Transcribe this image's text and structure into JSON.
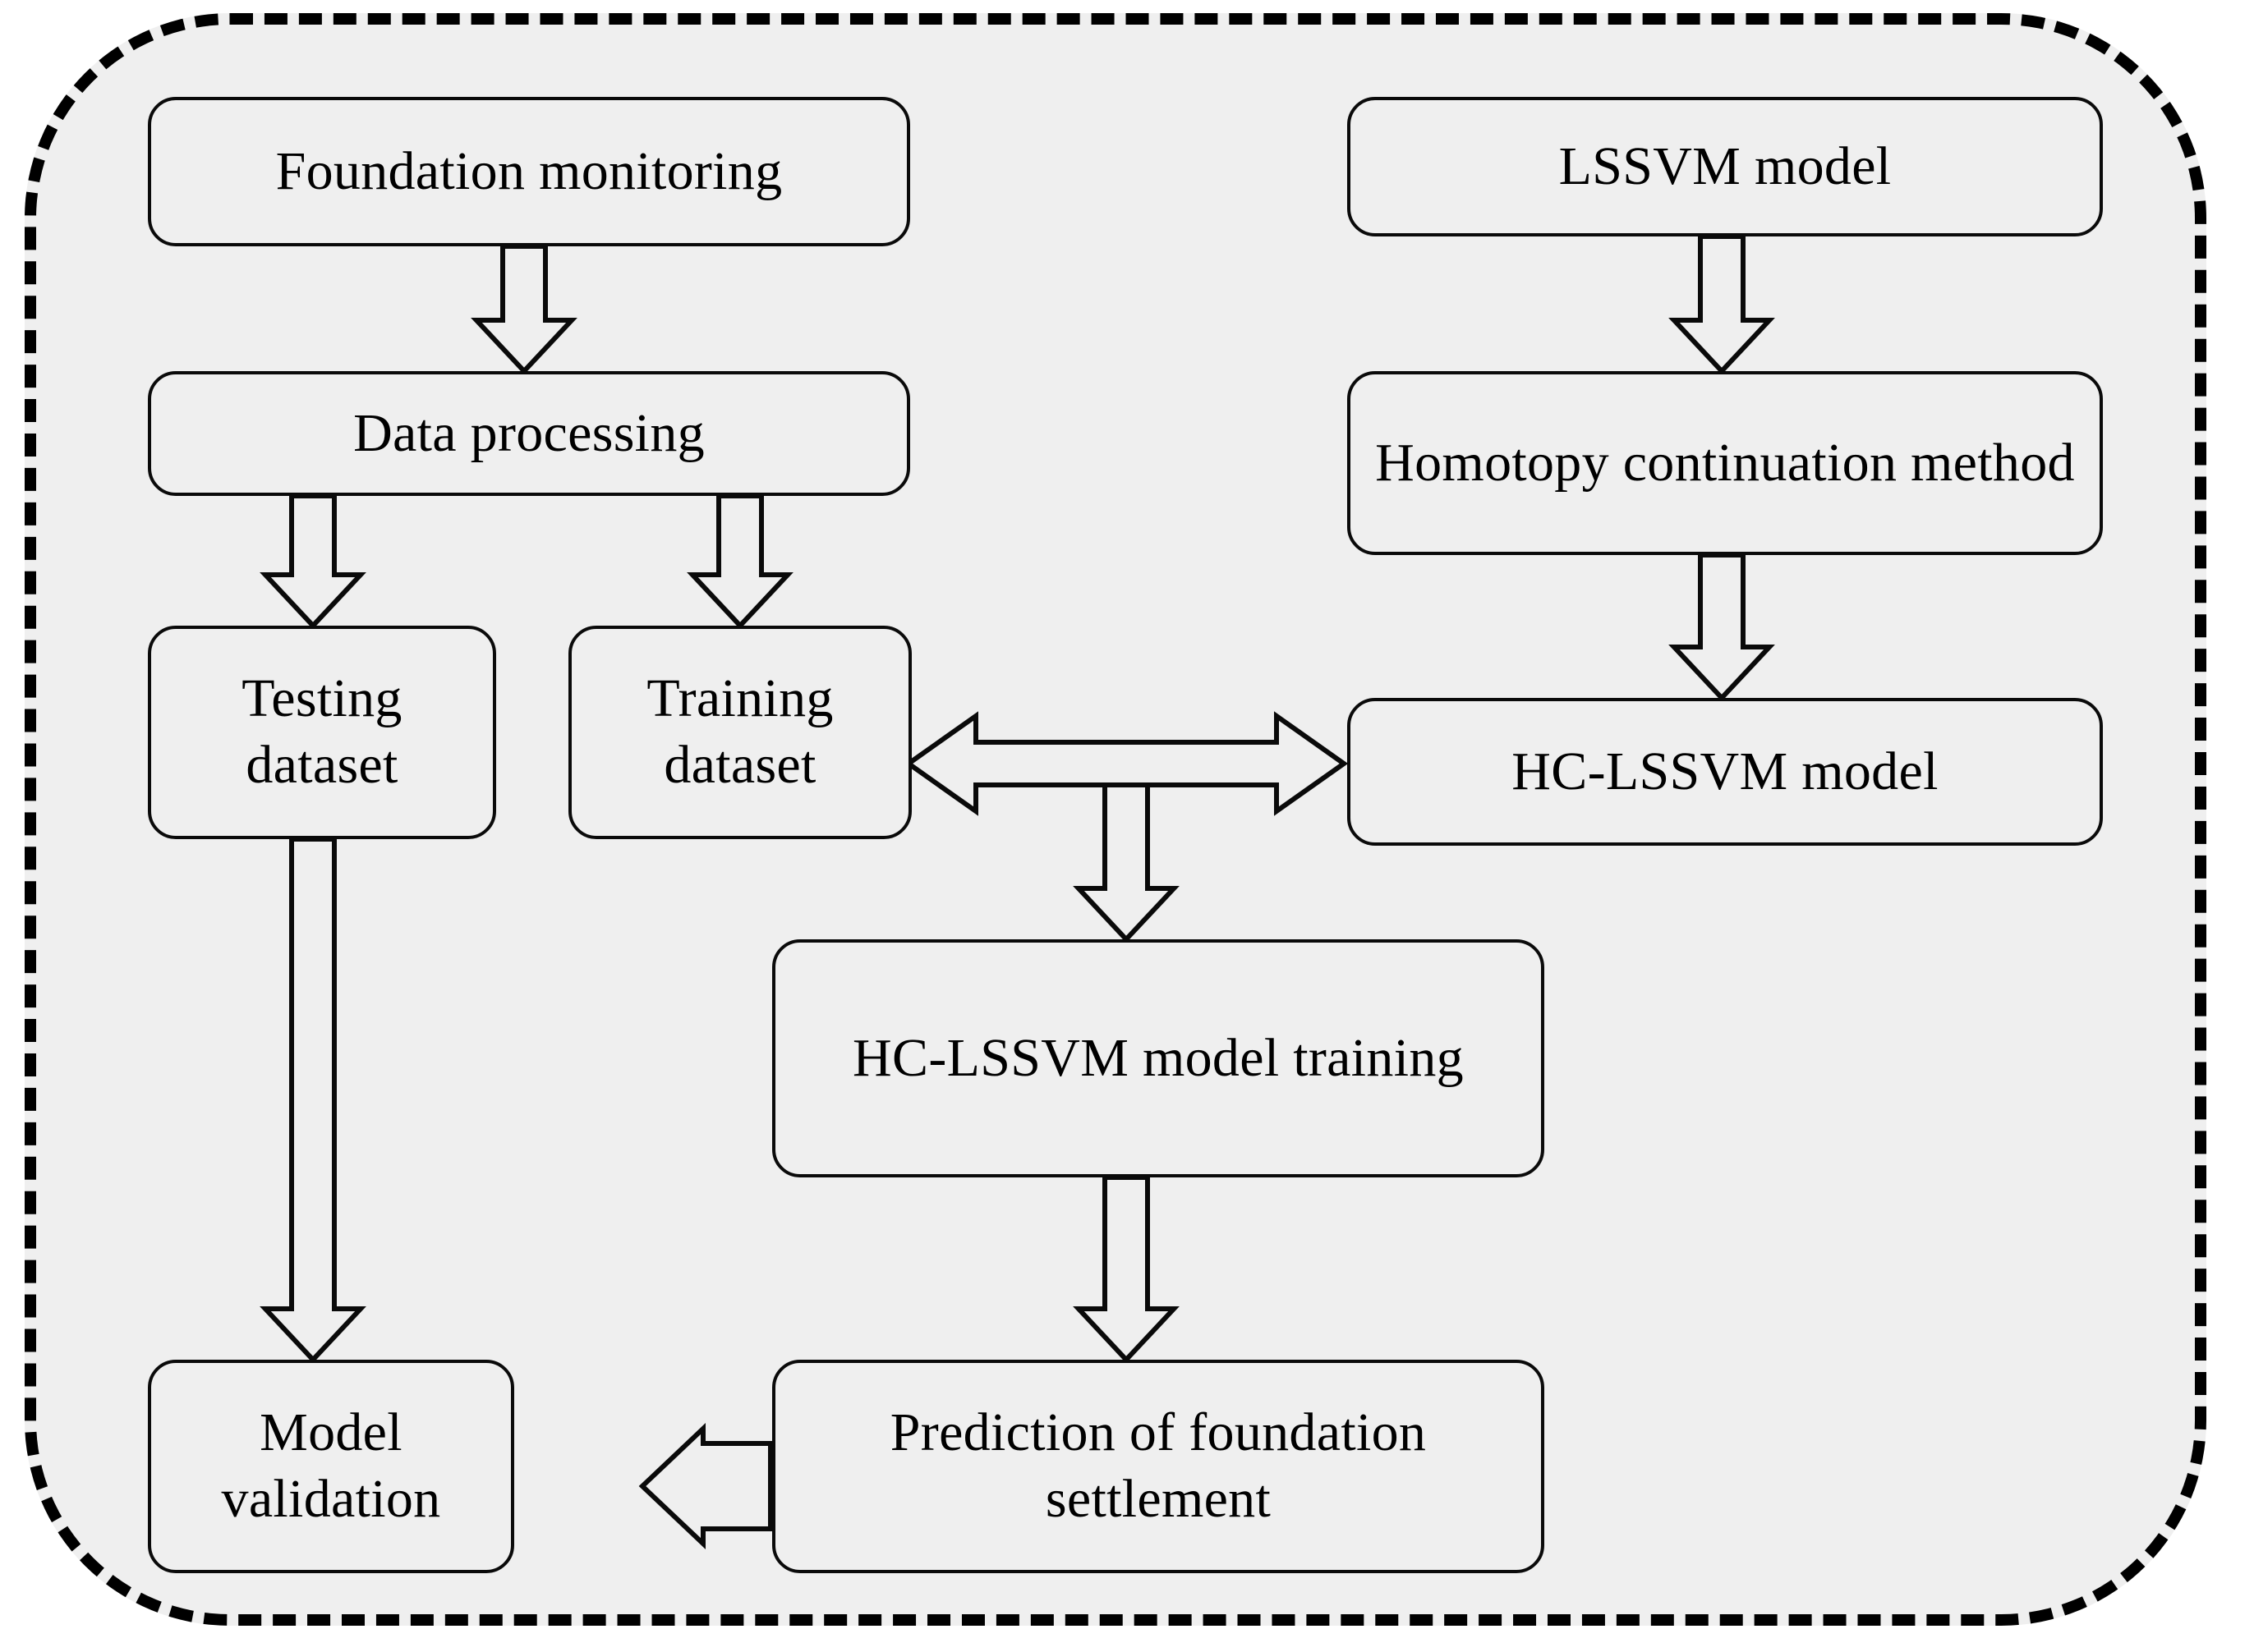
{
  "diagram": {
    "title": "HC-LSSVM foundation settlement prediction flowchart",
    "container": {
      "name": "dashed-boundary",
      "fill_color": "#efefef",
      "border_color": "#000000",
      "border_style": "dashed"
    },
    "nodes": [
      {
        "id": "foundation-monitoring",
        "label": "Foundation monitoring"
      },
      {
        "id": "lssvm-model",
        "label": "LSSVM model"
      },
      {
        "id": "data-processing",
        "label": "Data processing"
      },
      {
        "id": "homotopy-continuation",
        "label": "Homotopy continuation method"
      },
      {
        "id": "testing-dataset",
        "label": "Testing dataset"
      },
      {
        "id": "training-dataset",
        "label": "Training dataset"
      },
      {
        "id": "hc-lssvm-model",
        "label": "HC-LSSVM model"
      },
      {
        "id": "hc-lssvm-model-training",
        "label": "HC-LSSVM model training"
      },
      {
        "id": "model-validation",
        "label": "Model validation"
      },
      {
        "id": "prediction-settlement",
        "label": "Prediction of foundation settlement"
      }
    ],
    "edges": [
      {
        "from": "foundation-monitoring",
        "to": "data-processing",
        "direction": "down",
        "style": "block-arrow"
      },
      {
        "from": "data-processing",
        "to": "testing-dataset",
        "direction": "down",
        "style": "block-arrow"
      },
      {
        "from": "data-processing",
        "to": "training-dataset",
        "direction": "down",
        "style": "block-arrow"
      },
      {
        "from": "lssvm-model",
        "to": "homotopy-continuation",
        "direction": "down",
        "style": "block-arrow"
      },
      {
        "from": "homotopy-continuation",
        "to": "hc-lssvm-model",
        "direction": "down",
        "style": "block-arrow"
      },
      {
        "from": "training-dataset",
        "to": "hc-lssvm-model",
        "direction": "both",
        "style": "block-arrow"
      },
      {
        "from": "training-dataset",
        "to": "hc-lssvm-model-training",
        "direction": "down",
        "style": "block-arrow"
      },
      {
        "from": "hc-lssvm-model-training",
        "to": "prediction-settlement",
        "direction": "down",
        "style": "block-arrow"
      },
      {
        "from": "testing-dataset",
        "to": "model-validation",
        "direction": "down",
        "style": "block-arrow"
      },
      {
        "from": "prediction-settlement",
        "to": "model-validation",
        "direction": "left",
        "style": "block-arrow"
      }
    ],
    "colors": {
      "node_fill": "#efefef",
      "node_stroke": "#0a0a0a",
      "text": "#000000",
      "page_background": "#ffffff"
    }
  }
}
